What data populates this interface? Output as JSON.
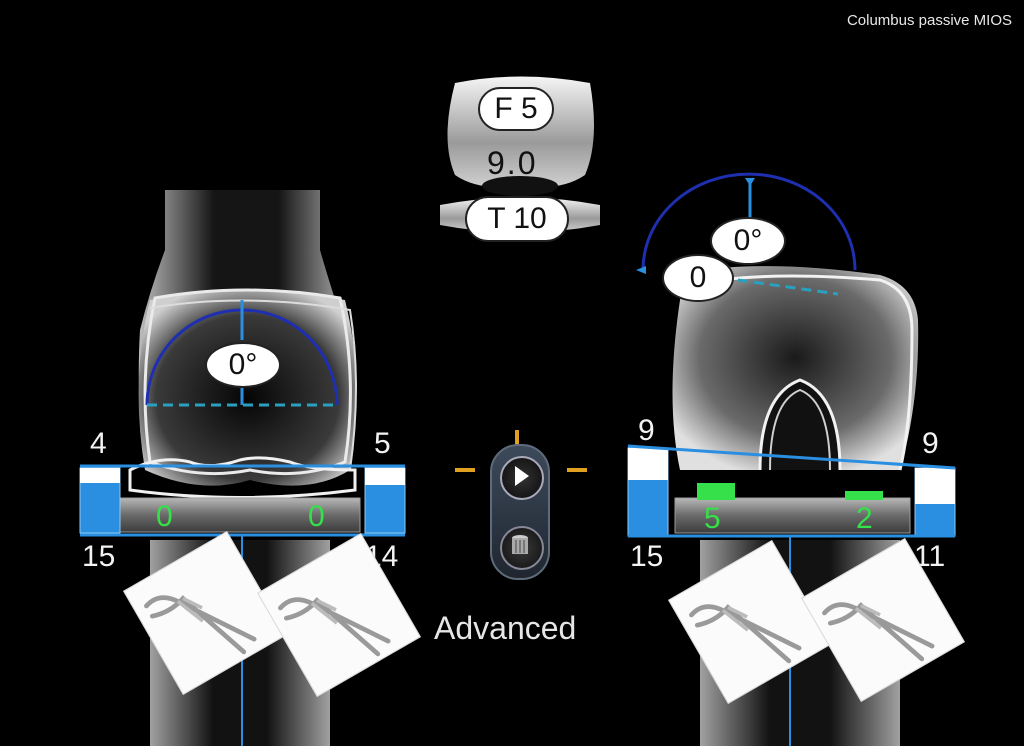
{
  "header": {
    "title": "Columbus passive MIOS"
  },
  "implant": {
    "femur_label": "F 5",
    "gap_value": "9.0",
    "tibia_label": "T 10"
  },
  "extension_view": {
    "angle_label": "0°",
    "top_left_value": "4",
    "top_right_value": "5",
    "bottom_left_value": "15",
    "bottom_right_value": "14",
    "insert_left_value": "0",
    "insert_right_value": "0"
  },
  "flexion_view": {
    "rotation_label": "0°",
    "offset_label": "0",
    "top_left_value": "9",
    "top_right_value": "9",
    "bottom_left_value": "15",
    "bottom_right_value": "11",
    "insert_left_value": "5",
    "insert_right_value": "2"
  },
  "controls": {
    "advanced_label": "Advanced",
    "play_icon": "play-icon",
    "trash_icon": "trash-icon"
  },
  "colors": {
    "blue_line": "#2a8fe0",
    "arc": "#1e2fb0",
    "green": "#35e04a",
    "crosshair": "#e0a020"
  }
}
